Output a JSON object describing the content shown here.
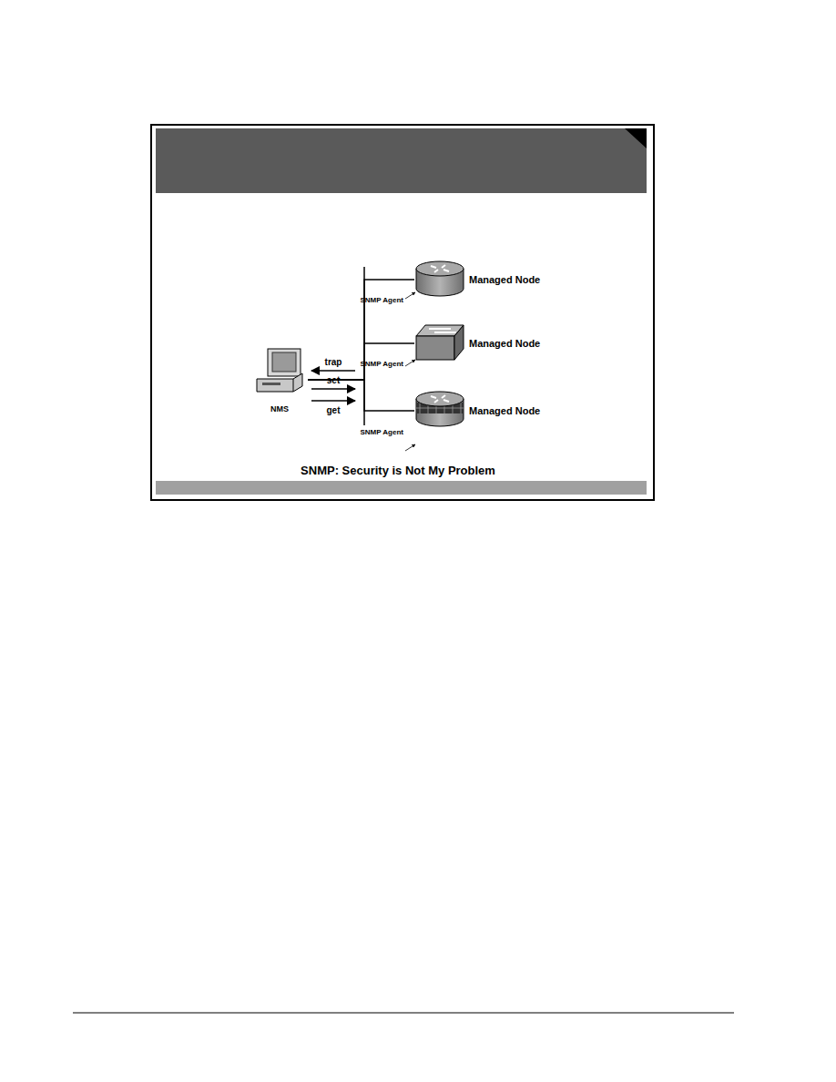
{
  "diagram": {
    "caption": "SNMP: Security is Not My Problem",
    "nodes": [
      {
        "text": [
          "NMS"
        ]
      },
      {
        "text": [
          "Managed Node",
          "SNMP Agent"
        ]
      },
      {
        "text": [
          "Managed Node",
          "SNMP Agent"
        ]
      },
      {
        "text": [
          "Managed Node",
          "SNMP Agent"
        ]
      }
    ],
    "edges": [
      {
        "from": 0,
        "to": 1,
        "arrow": "none"
      },
      {
        "from": 0,
        "to": 2,
        "arrow": "none"
      },
      {
        "from": 0,
        "to": 3,
        "arrow": "none"
      }
    ],
    "labels": [
      "trap",
      "set",
      "get"
    ]
  }
}
